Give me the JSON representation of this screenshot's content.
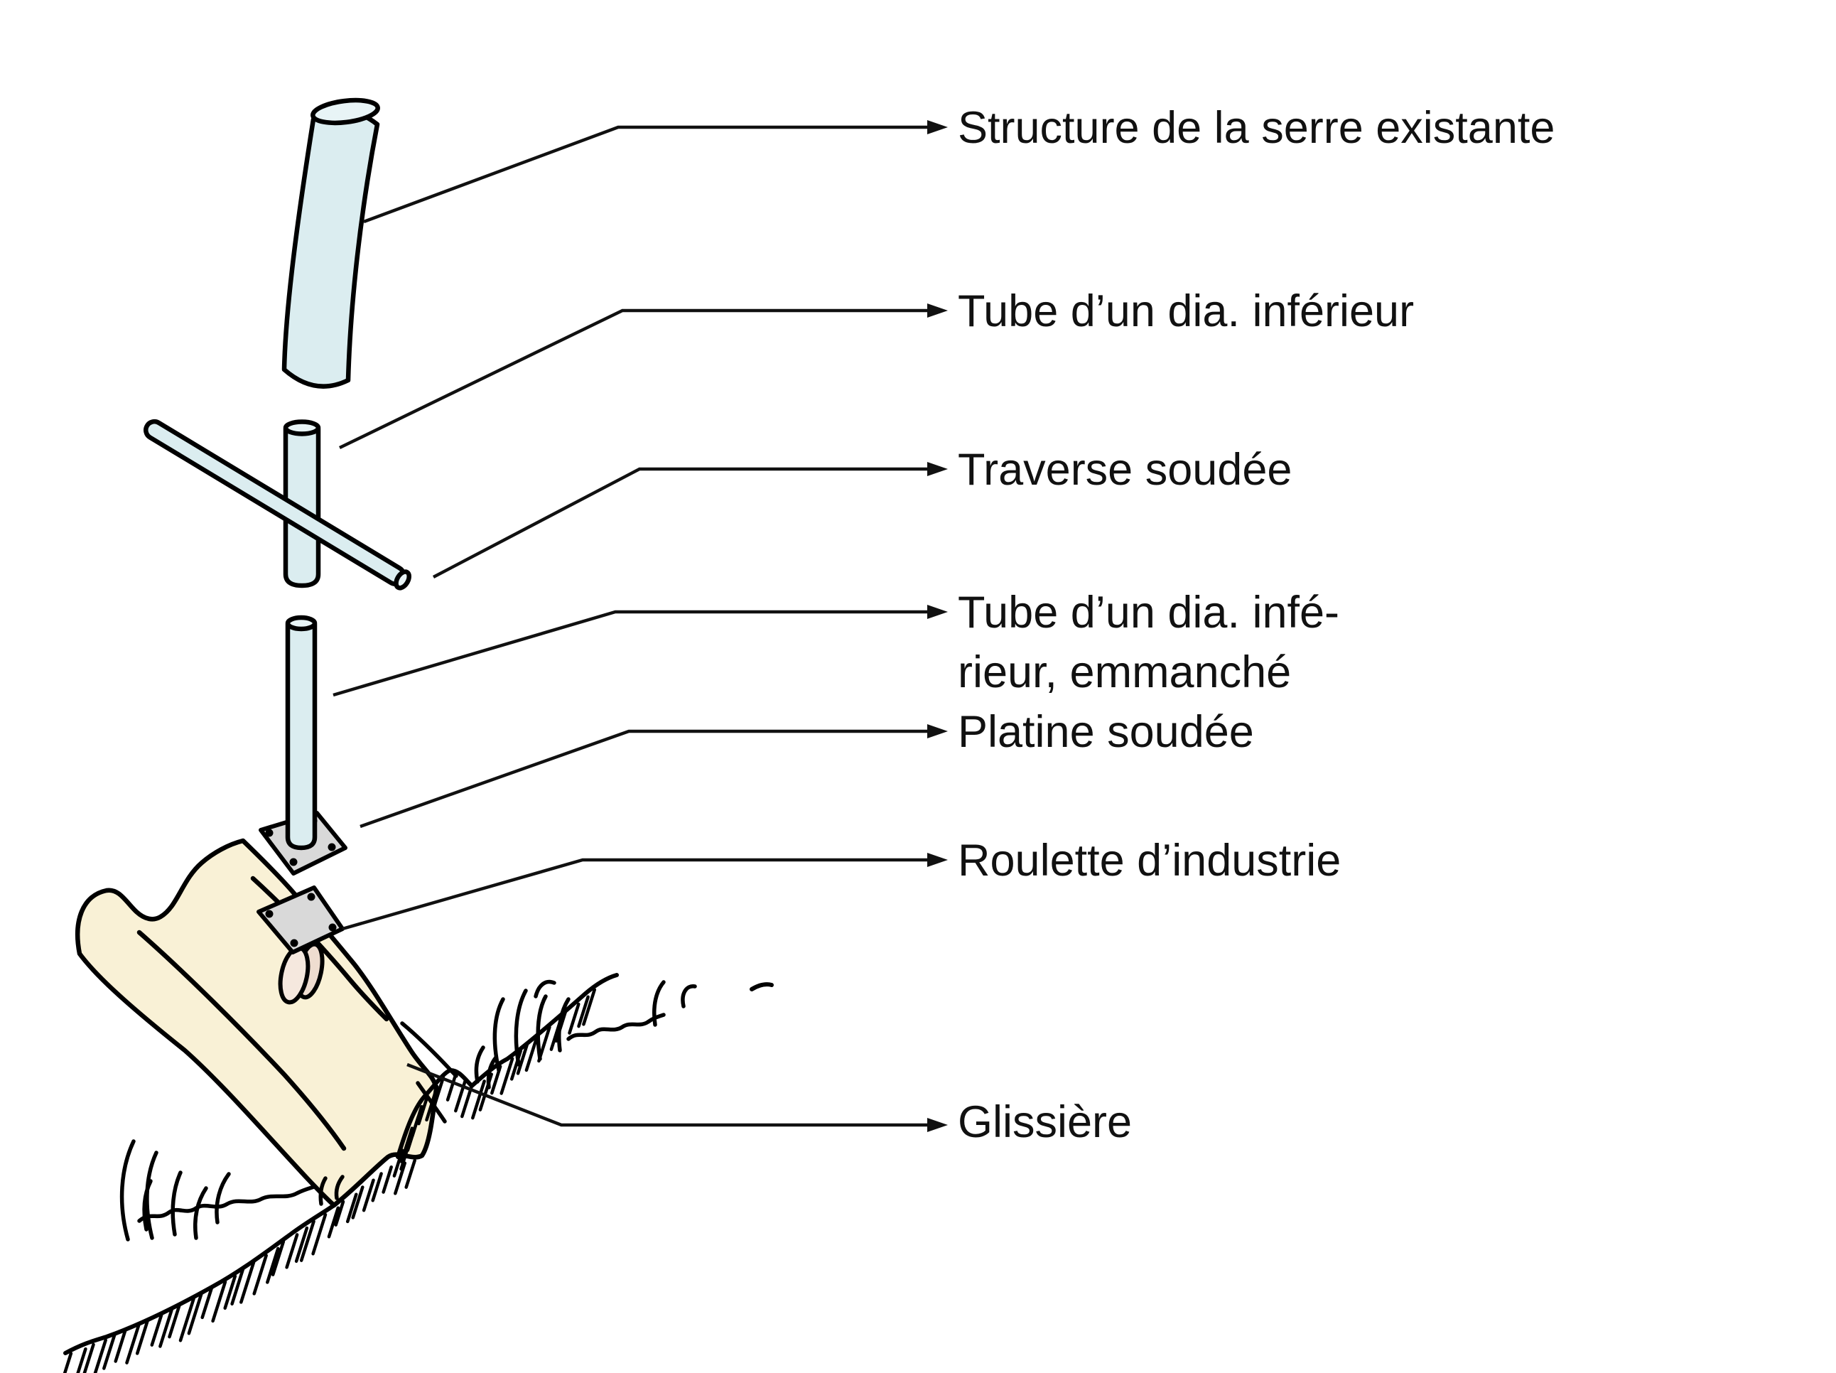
{
  "labels": {
    "structure": "Structure de la serre existante",
    "tube_inferieur": "Tube d’un dia. inférieur",
    "traverse": "Traverse soudée",
    "tube_emmanche_line1": "Tube d’un dia. infé-",
    "tube_emmanche_line2": "rieur, emmanché",
    "platine": "Platine soudée",
    "roulette": "Roulette d’industrie",
    "glissiere": "Glissière"
  },
  "colors": {
    "tube_fill": "#dbedf0",
    "tube_cap_fill": "#e8f4f6",
    "plate_fill": "#d9d9d9",
    "wheel_back_fill": "#efddd0",
    "wheel_front_fill": "#f5e8de",
    "slide_fill": "#f9f1d6",
    "line": "#111111"
  }
}
